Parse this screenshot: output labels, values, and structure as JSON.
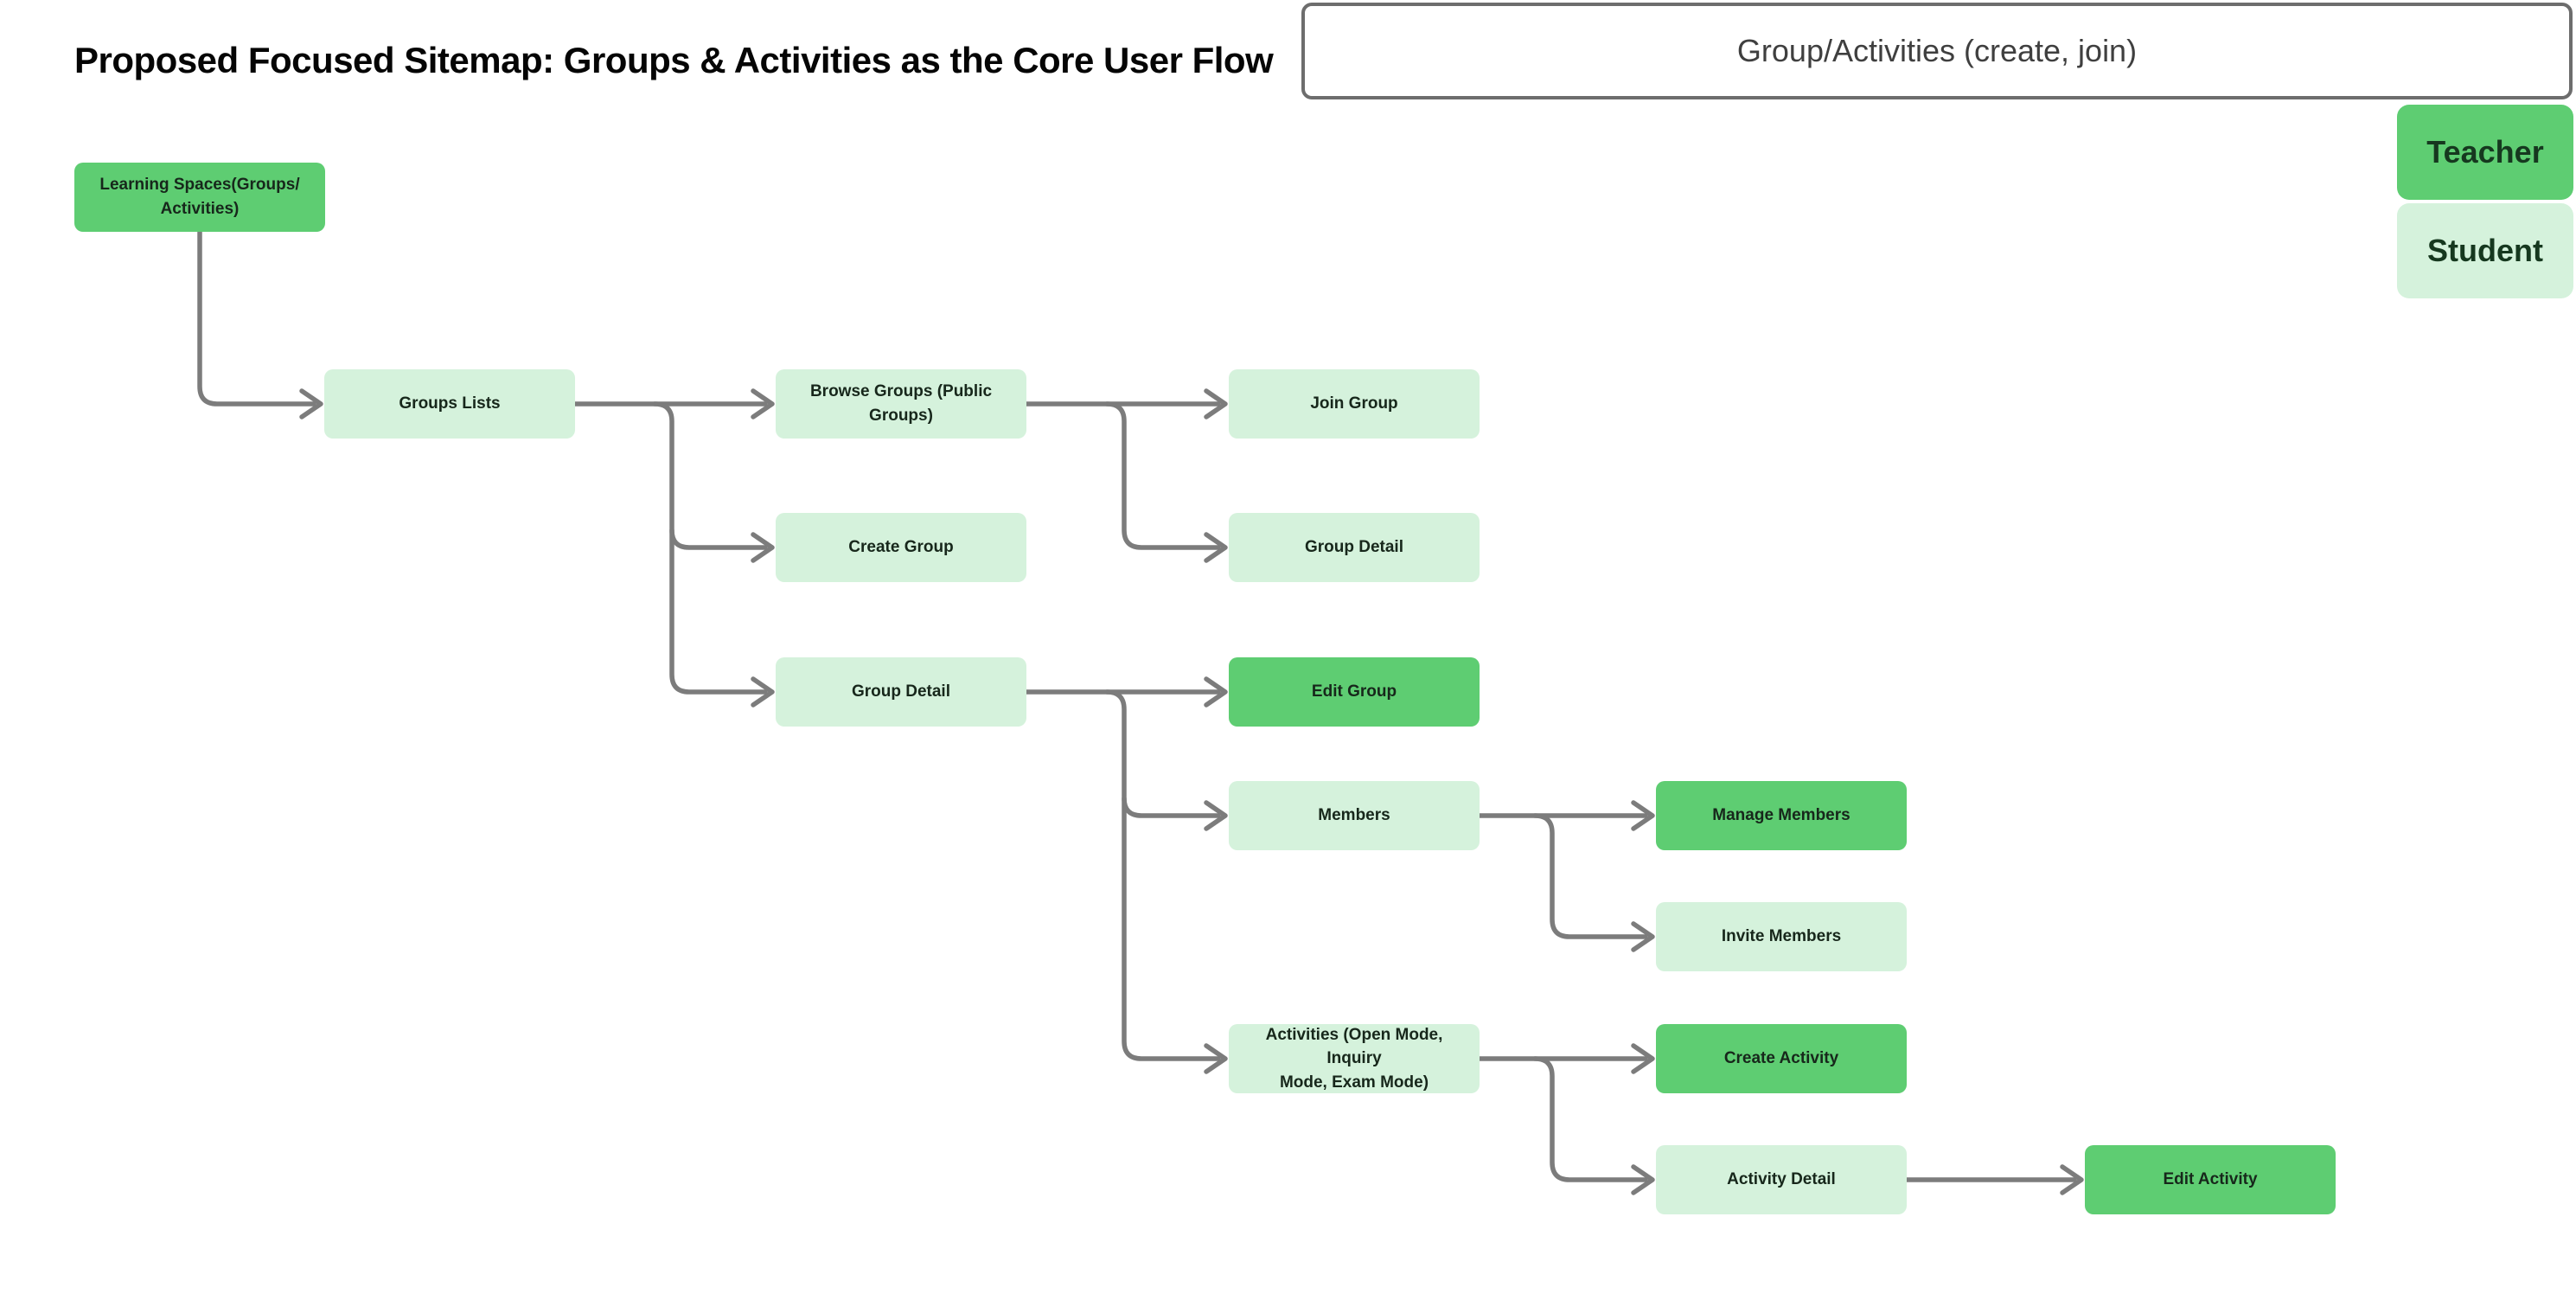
{
  "title": "Proposed Focused Sitemap: Groups & Activities as the Core User Flow",
  "header_note": {
    "label": "Group/Activities (create, join)"
  },
  "legend": {
    "items": [
      {
        "label": "Teacher",
        "color": "#5ECD72"
      },
      {
        "label": "Student",
        "color": "#D5F2DC"
      }
    ]
  },
  "colors": {
    "teacher": "#5ECD72",
    "student": "#D5F2DC",
    "arrow": "#7C7C7C",
    "node_text": "#17271B",
    "legend_text": "#16381F",
    "header_border": "#6D6D6D",
    "header_text": "#3F3F3F",
    "title_text": "#050505"
  },
  "nodes": [
    {
      "id": "learning-spaces",
      "label": "Learning Spaces(Groups/\nActivities)",
      "role": "teacher"
    },
    {
      "id": "groups-lists",
      "label": "Groups Lists",
      "role": "student"
    },
    {
      "id": "browse-groups",
      "label": "Browse Groups (Public Groups)",
      "role": "student"
    },
    {
      "id": "create-group",
      "label": "Create Group",
      "role": "student"
    },
    {
      "id": "group-detail-main",
      "label": "Group Detail",
      "role": "student"
    },
    {
      "id": "join-group",
      "label": "Join Group",
      "role": "student"
    },
    {
      "id": "group-detail-browse",
      "label": "Group Detail",
      "role": "student"
    },
    {
      "id": "edit-group",
      "label": "Edit Group",
      "role": "teacher"
    },
    {
      "id": "members",
      "label": "Members",
      "role": "student"
    },
    {
      "id": "manage-members",
      "label": "Manage Members",
      "role": "teacher"
    },
    {
      "id": "invite-members",
      "label": "Invite Members",
      "role": "student"
    },
    {
      "id": "activities",
      "label": "Activities (Open Mode, Inquiry\nMode, Exam Mode)",
      "role": "student"
    },
    {
      "id": "create-activity",
      "label": "Create Activity",
      "role": "teacher"
    },
    {
      "id": "activity-detail",
      "label": "Activity Detail",
      "role": "student"
    },
    {
      "id": "edit-activity",
      "label": "Edit Activity",
      "role": "teacher"
    }
  ],
  "edges": [
    {
      "from": "learning-spaces",
      "to": "groups-lists"
    },
    {
      "from": "groups-lists",
      "to": "browse-groups"
    },
    {
      "from": "groups-lists",
      "to": "create-group"
    },
    {
      "from": "groups-lists",
      "to": "group-detail-main"
    },
    {
      "from": "browse-groups",
      "to": "join-group"
    },
    {
      "from": "browse-groups",
      "to": "group-detail-browse"
    },
    {
      "from": "group-detail-main",
      "to": "edit-group"
    },
    {
      "from": "group-detail-main",
      "to": "members"
    },
    {
      "from": "group-detail-main",
      "to": "activities"
    },
    {
      "from": "members",
      "to": "manage-members"
    },
    {
      "from": "members",
      "to": "invite-members"
    },
    {
      "from": "activities",
      "to": "create-activity"
    },
    {
      "from": "activities",
      "to": "activity-detail"
    },
    {
      "from": "activity-detail",
      "to": "edit-activity"
    }
  ]
}
